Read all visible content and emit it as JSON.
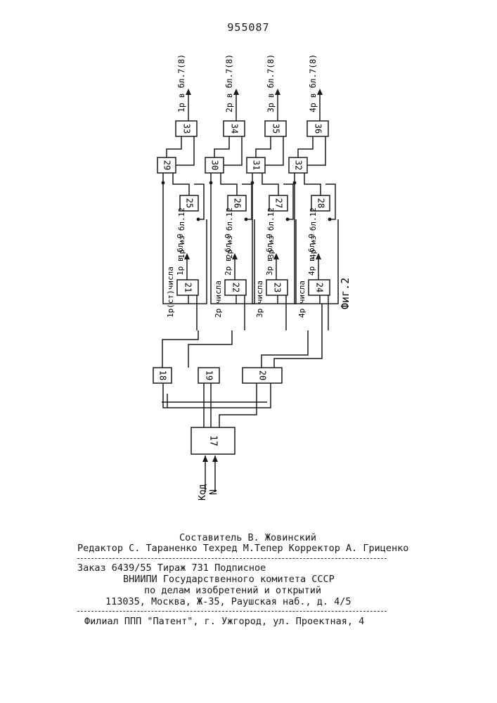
{
  "header": {
    "patent_number": "955087"
  },
  "diagram": {
    "figure_label": "Фиг.2",
    "block_17": "17",
    "input_label_line1": "Код",
    "input_label_line2": "N",
    "mid_blocks": [
      "18",
      "19",
      "20"
    ],
    "channels": [
      {
        "sel": "29",
        "out": "33",
        "mem": "25",
        "cnt": "21",
        "out_label": "1р в бл.7(8)",
        "mem_label": "1р из бл.12",
        "cnt_out_label": "1р в бл.9",
        "cnt_in_label": "1р(ст)числа"
      },
      {
        "sel": "30",
        "out": "34",
        "mem": "26",
        "cnt": "22",
        "out_label": "2р в бл.7(8)",
        "mem_label": "2р из бл.12",
        "cnt_out_label": "2р в бл.9",
        "cnt_in_label": "2р числа"
      },
      {
        "sel": "31",
        "out": "35",
        "mem": "27",
        "cnt": "23",
        "out_label": "3р в бл.7(8)",
        "mem_label": "3р из бл.12",
        "cnt_out_label": "3р в бл.9",
        "cnt_in_label": "3р числа"
      },
      {
        "sel": "32",
        "out": "36",
        "mem": "28",
        "cnt": "24",
        "out_label": "4р в бл.7(8)",
        "mem_label": "4р из бл.12",
        "cnt_out_label": "4р в бл.9",
        "cnt_in_label": "4р числа"
      }
    ]
  },
  "footer": {
    "compiler": "Составитель В. Жовинский",
    "editors": "Редактор С. Тараненко Техред М.Тепер    Корректор А. Гриценко",
    "order": "Заказ 6439/55        Тираж 731           Подписное",
    "org1": "ВНИИПИ Государственного комитета СССР",
    "org2": "по делам изобретений и открытий",
    "address": "113035, Москва, Ж-35, Раушская наб., д. 4/5",
    "branch": "Филиал ППП \"Патент\", г. Ужгород, ул. Проектная, 4"
  }
}
